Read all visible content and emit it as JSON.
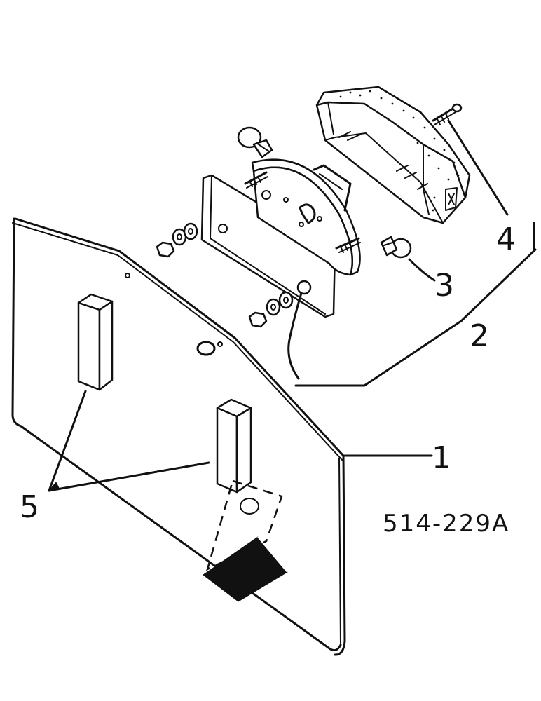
{
  "diagram": {
    "drawing_number": "514-229A",
    "callouts": [
      {
        "id": "1",
        "label": "1",
        "part": "mounting-plate"
      },
      {
        "id": "2",
        "label": "2",
        "part": "tail-lamp-assembly"
      },
      {
        "id": "3",
        "label": "3",
        "part": "bulb"
      },
      {
        "id": "4",
        "label": "4",
        "part": "lens-screw"
      },
      {
        "id": "5",
        "label": "5",
        "part": "rubber-spacer-blocks"
      }
    ]
  }
}
